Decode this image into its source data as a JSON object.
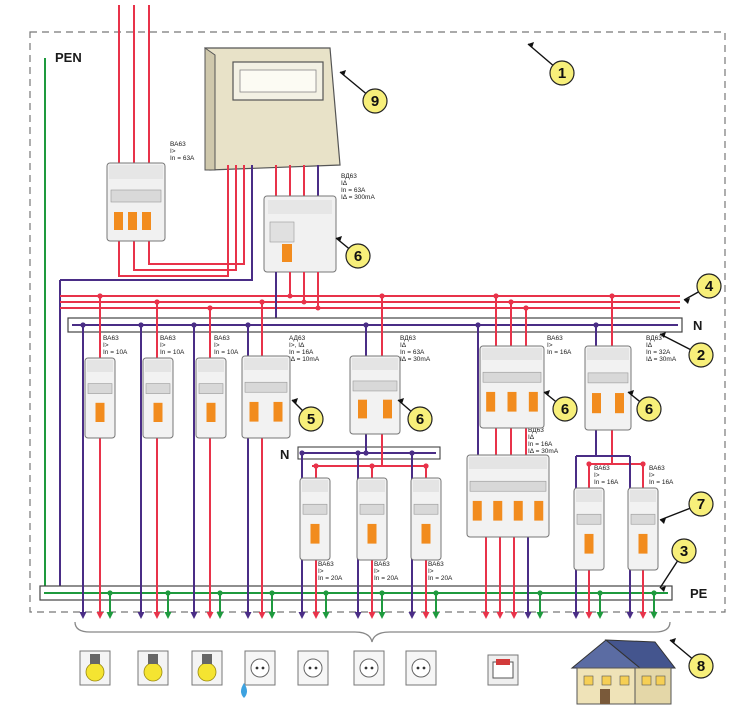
{
  "labels": {
    "pen": "PEN",
    "n_main": "N",
    "n_sub": "N",
    "pe": "PE"
  },
  "callouts": [
    "1",
    "2",
    "3",
    "4",
    "5",
    "6",
    "7",
    "8",
    "9"
  ],
  "breakers": {
    "main": [
      "ВА63",
      "I>",
      "In = 63A"
    ],
    "rcd_main": [
      "ВД63",
      "IΔ",
      "In = 63A",
      "IΔ = 300mA"
    ],
    "light1": [
      "ВА63",
      "I>",
      "In = 10A"
    ],
    "light2": [
      "ВА63",
      "I>",
      "In = 10A"
    ],
    "light3": [
      "ВА63",
      "I>",
      "In = 10A"
    ],
    "rcbo": [
      "АД63",
      "I>, IΔ",
      "In = 16A",
      "IΔ = 10mA"
    ],
    "rcd_sockets": [
      "ВД63",
      "IΔ",
      "In = 63A",
      "IΔ = 30mA"
    ],
    "three_phase": [
      "ВА63",
      "I>",
      "In = 16A"
    ],
    "rcd_right": [
      "ВД63",
      "IΔ",
      "In = 32A",
      "IΔ = 30mA"
    ],
    "rcd_3ph": [
      "ВД63",
      "IΔ",
      "In = 16A",
      "IΔ = 30mA"
    ],
    "socket1": [
      "ВА63",
      "I>",
      "In = 20A"
    ],
    "socket2": [
      "ВА63",
      "I>",
      "In = 20A"
    ],
    "socket3": [
      "ВА63",
      "I>",
      "In = 20A"
    ],
    "right1": [
      "ВА63",
      "I>",
      "In = 16A"
    ],
    "right2": [
      "ВА63",
      "I>",
      "In = 16A"
    ]
  },
  "loads": [
    "lamp-icon",
    "lamp-icon",
    "lamp-icon",
    "socket-icon",
    "socket-icon",
    "socket-icon",
    "socket-icon",
    "stove-icon",
    "house-icon"
  ],
  "colors": {
    "phase": "#e8334a",
    "neutral": "#4a2d86",
    "pe": "#1e9a3e",
    "box_border": "#666666",
    "callout_fill": "#f7ef7a"
  }
}
